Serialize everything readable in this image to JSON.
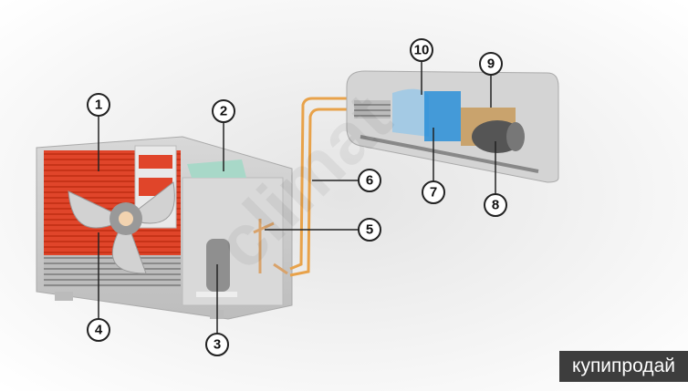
{
  "diagram": {
    "callouts": [
      "1",
      "2",
      "3",
      "4",
      "5",
      "6",
      "7",
      "8",
      "9",
      "10"
    ]
  },
  "watermark": {
    "text": "купипродай"
  },
  "colors": {
    "coil": "#e0452a",
    "pipe": "#e8a24a",
    "indoor_coil": "#2a8fd8",
    "unit_body": "#cfcfcf"
  }
}
